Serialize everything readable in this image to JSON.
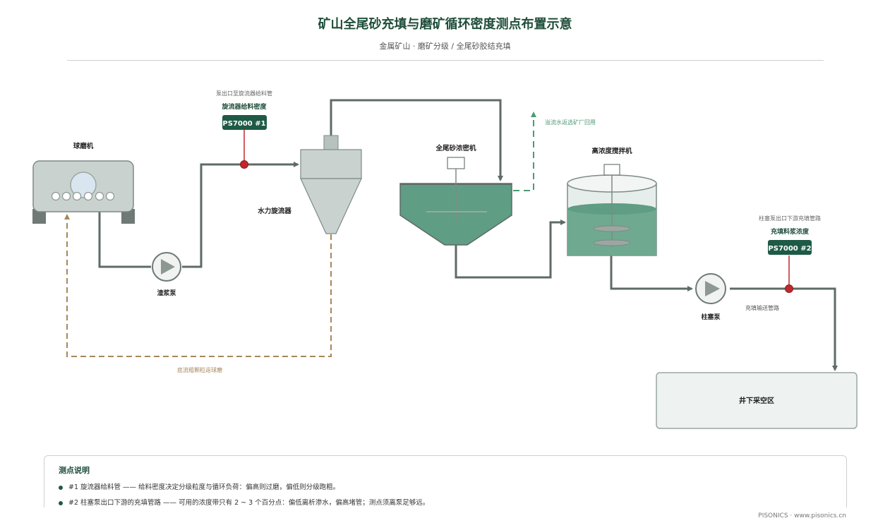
{
  "title": "矿山全尾砂充填与磨矿循环密度测点布置示意",
  "subtitle": "金属矿山 · 磨矿分级 / 全尾砂胶结充填",
  "equipment": {
    "ball_mill": "球磨机",
    "slurry_pump": "渣浆泵",
    "hydrocyclone": "水力旋流器",
    "thickener": "全尾砂浓密机",
    "mixer": "高浓度搅拌机",
    "piston_pump": "柱塞泵",
    "stope": "井下采空区"
  },
  "points": [
    {
      "caption": "泵出口至旋流器给料管",
      "name": "旋流器给料密度",
      "tag": "PS7000 #1"
    },
    {
      "caption": "柱塞泵出口下游充填管路",
      "name": "充填料浆浓度",
      "tag": "PS7000 #2"
    }
  ],
  "flow_labels": {
    "overflow_return": "溢流水返选矿厂回用",
    "underflow_return": "底流粗颗粒返球磨",
    "fill_pipeline": "充填输送管路"
  },
  "legend": {
    "title": "测点说明",
    "items": [
      "#1 旋流器给料管 —— 给料密度决定分级粒度与循环负荷：偏高则过磨，偏低则分级跑粗。",
      "#2 柱塞泵出口下游的充填管路 —— 可用的浓度带只有 2 ~ 3 个百分点：偏低离析渗水，偏高堵管；测点须离泵足够远。"
    ]
  },
  "footer": "PISONICS · www.pisonics.cn",
  "colors": {
    "title": "#1e4d3a",
    "pipe": "#5e6b66",
    "tag_bg": "#1e5a45",
    "sensor_point": "#c0282d",
    "overflow_dashed": "#4d9a74",
    "underflow_dashed": "#a6875a",
    "slurry": "#5f9d84"
  }
}
